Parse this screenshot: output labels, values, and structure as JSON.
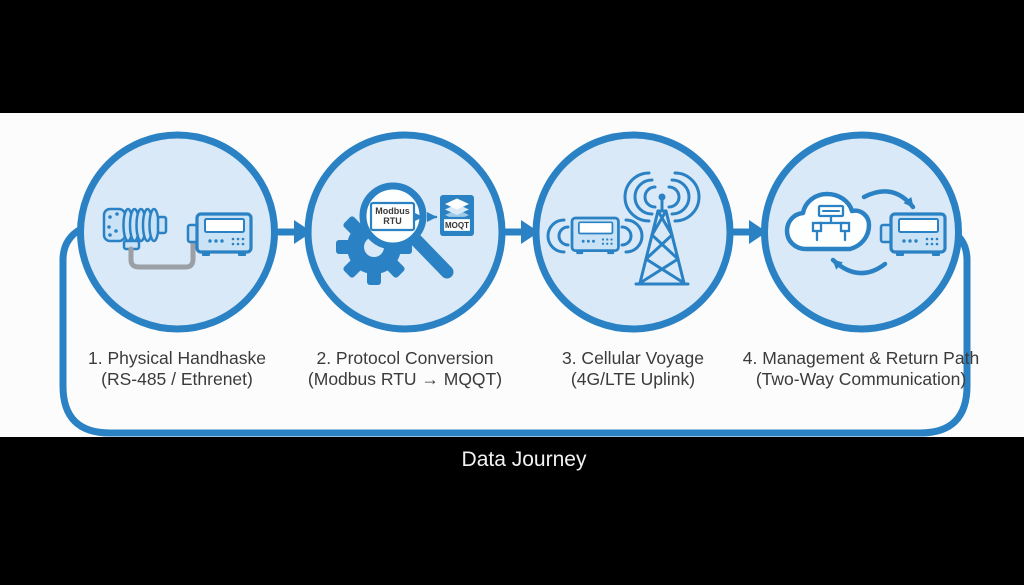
{
  "title": "Data Journey",
  "stages": [
    {
      "label": "1. Physical Handhaske",
      "sublabel": "(RS-485 / Ethrenet)",
      "icon": "sensor-cable-gateway"
    },
    {
      "label": "2. Protocol Conversion",
      "sublabel": "(Modbus RTU → MQQT)",
      "icon": "gear-magnifier-protocol-stack"
    },
    {
      "label": "3. Cellular Voyage",
      "sublabel": "(4G/LTE Uplink)",
      "icon": "modem-cell-tower"
    },
    {
      "label": "4. Management & Return Path",
      "sublabel": "(Two-Way Communication)",
      "icon": "cloud-two-way-device"
    }
  ],
  "diagram_labels": {
    "modbus_line1": "Modbus",
    "modbus_line2": "RTU",
    "mqtt": "MOQT"
  },
  "colors": {
    "primary_blue": "#2a82c4",
    "circle_fill": "#d9e9f7",
    "icon_light": "#c9e2f5",
    "cable_gray": "#9aa0a6",
    "caption_text": "#3b3b3b",
    "canvas_bg": "#fcfcfc",
    "letterbox_bg": "#000000",
    "title_text": "#f2f2f2"
  }
}
